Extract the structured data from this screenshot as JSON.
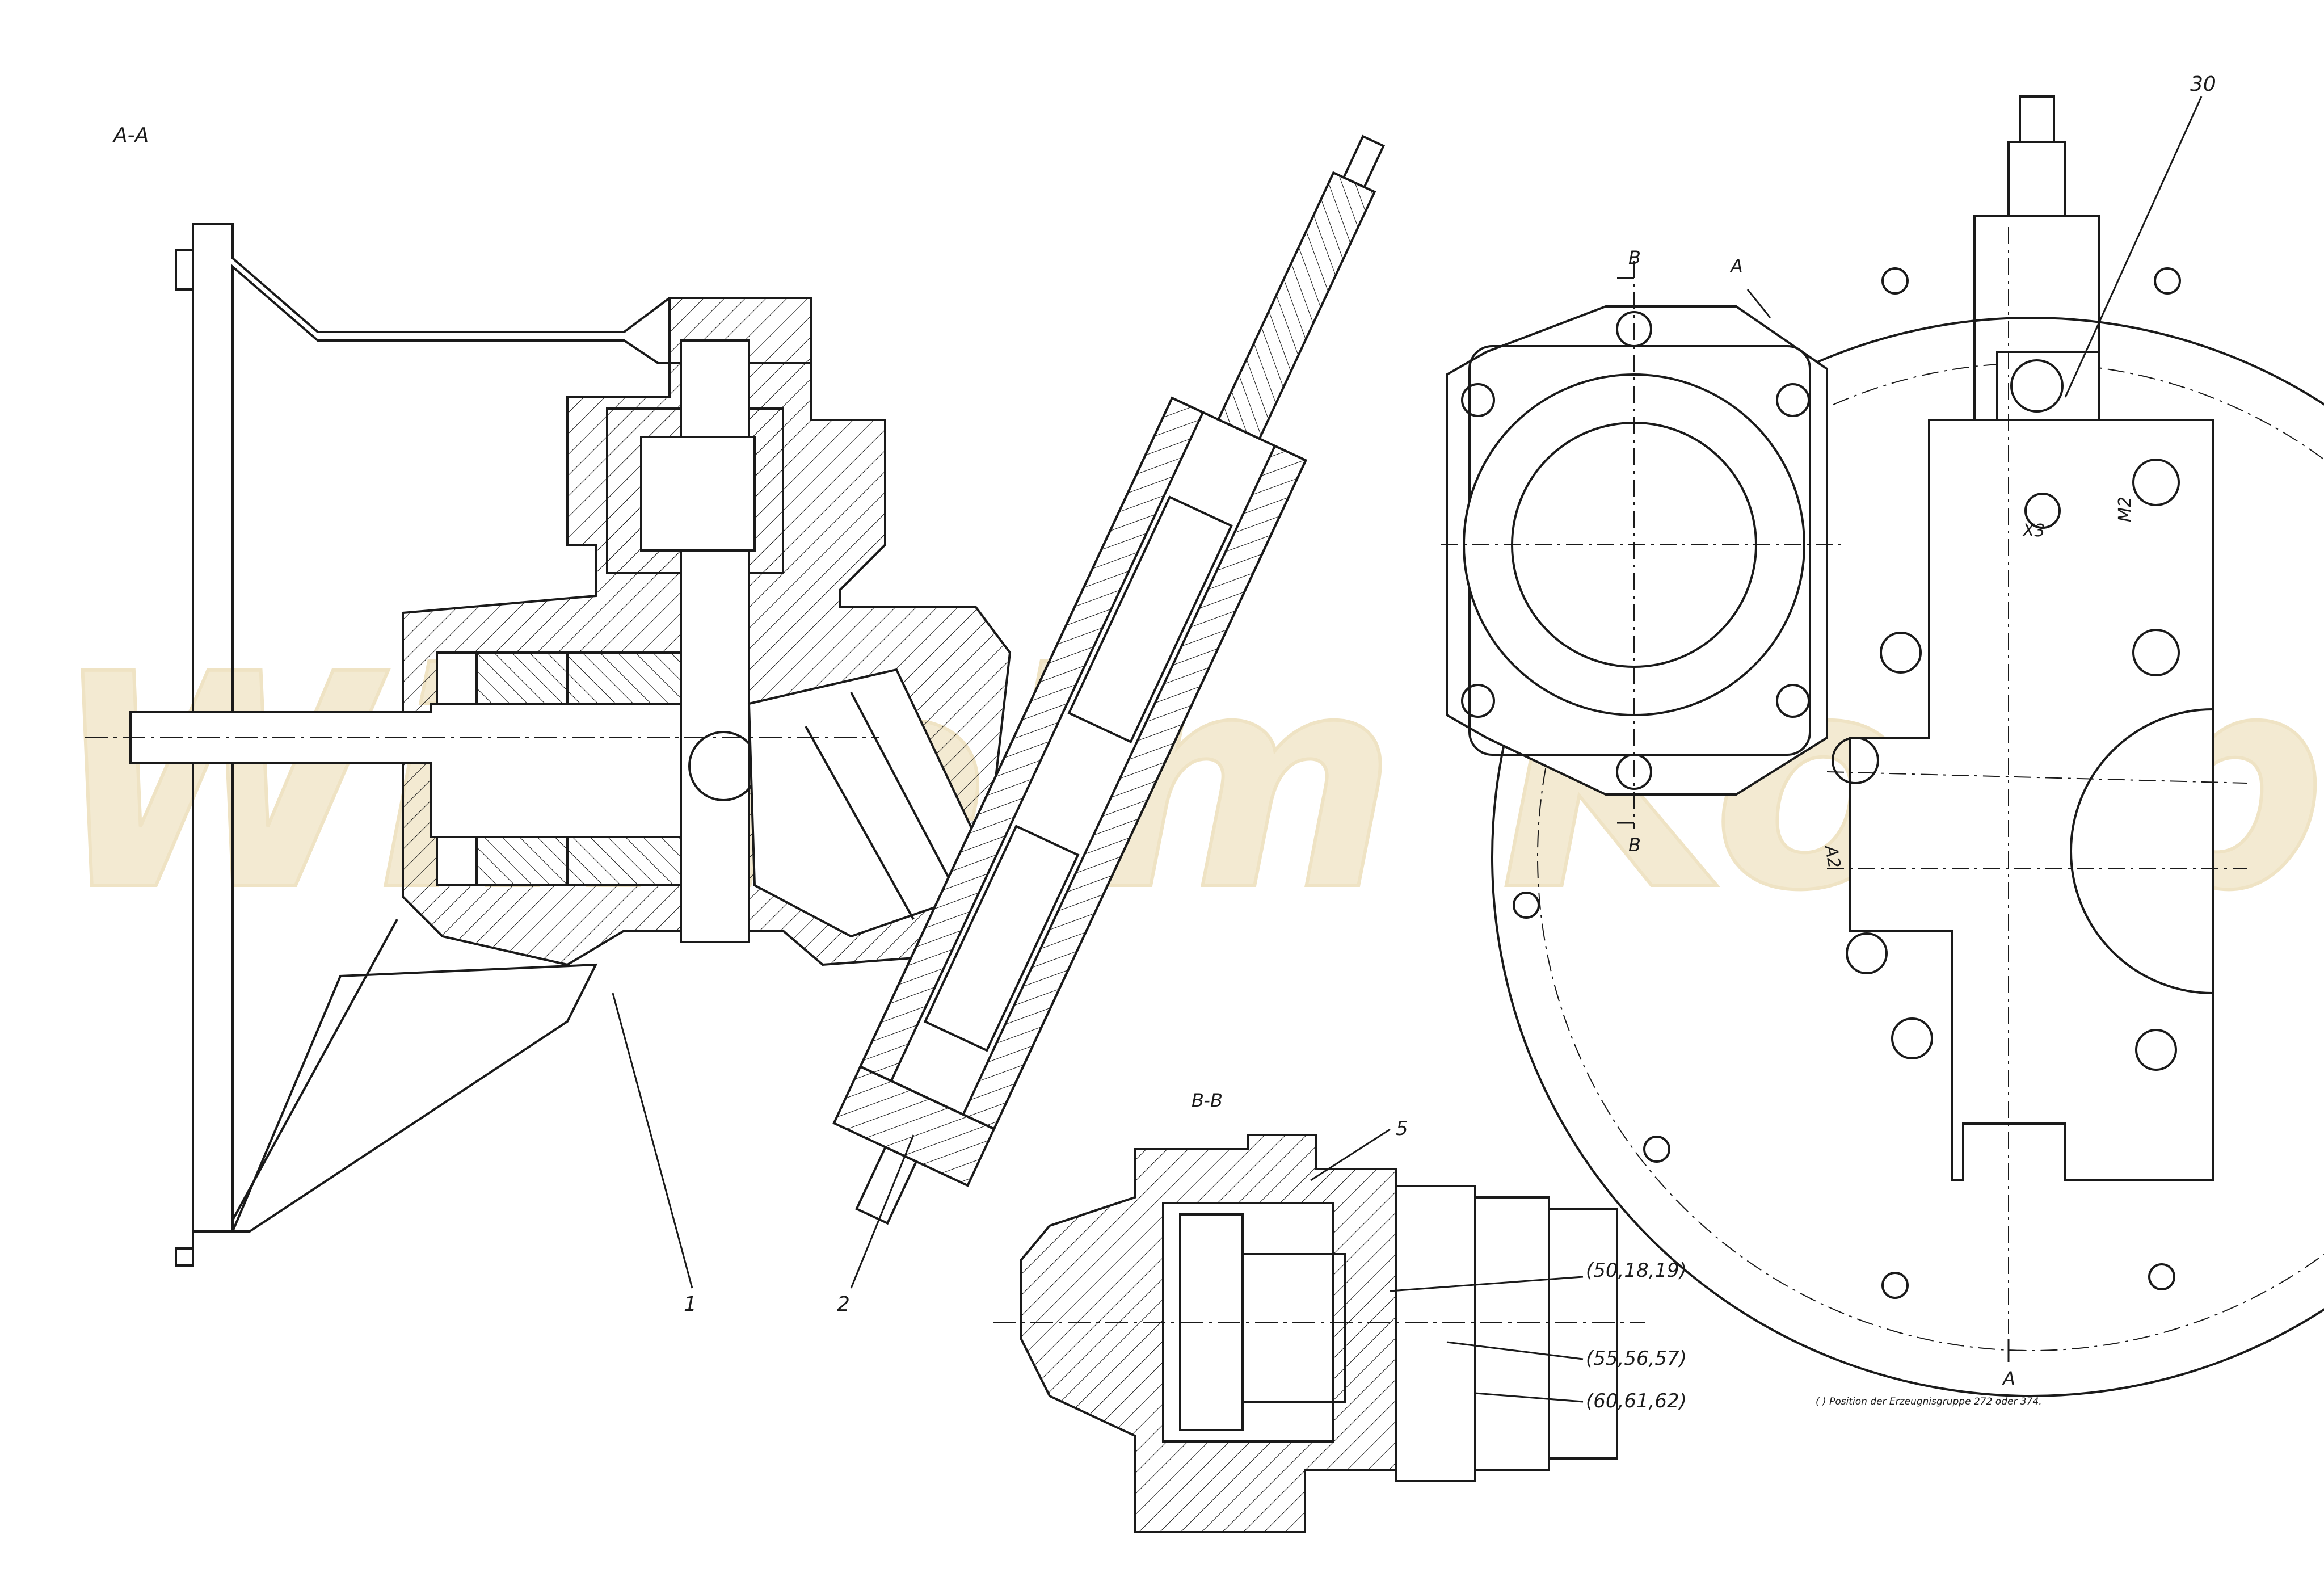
{
  "colors": {
    "ink": "#1a1a1a",
    "paper": "#ffffff",
    "watermark": "#f3ead2"
  },
  "watermark": {
    "text": "Wilhelm Koeps"
  },
  "views": {
    "section_aa": {
      "title": "A-A"
    },
    "section_bb": {
      "title": "B-B"
    },
    "side_view": {
      "title": ""
    }
  },
  "callouts": {
    "c1": "1",
    "c2": "2",
    "c5": "5",
    "c30": "30",
    "ref_a": "(50,18,19)",
    "ref_b": "(55,56,57)",
    "ref_c": "(60,61,62)"
  },
  "section_marks": {
    "b_top": "B",
    "b_bottom": "B",
    "a_top": "A",
    "a_bottom": "A"
  },
  "port_labels": {
    "x3": "X3",
    "m2": "M2",
    "a2": "A2"
  },
  "footnote": "( ) Position der Erzeugnisgruppe 272 oder 374."
}
